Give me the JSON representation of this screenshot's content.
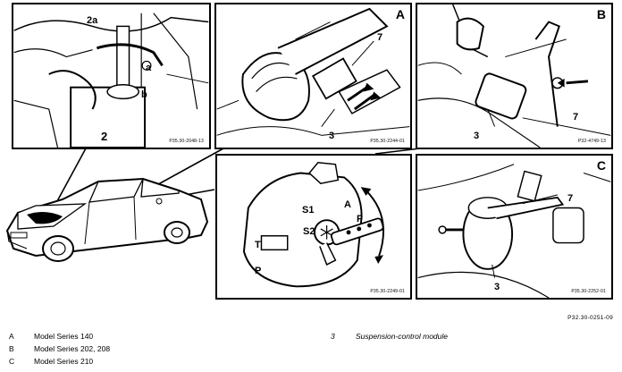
{
  "panels": {
    "main": {
      "labels": {
        "l2a": "2a",
        "la": "a",
        "lb": "b",
        "l2": "2"
      },
      "code": "P35.30-2048-13"
    },
    "a": {
      "letter": "A",
      "labels": {
        "l7": "7",
        "l3": "3"
      },
      "code": "P35.30-2244-01"
    },
    "b": {
      "letter": "B",
      "labels": {
        "l7": "7",
        "l3": "3"
      },
      "code": "P32-4749-13"
    },
    "center": {
      "labels": {
        "s1": "S1",
        "s2": "S2",
        "a": "A",
        "f": "F",
        "t": "T",
        "p": "P"
      },
      "code": "P35.30-2249-01"
    },
    "c": {
      "letter": "C",
      "labels": {
        "l7": "7",
        "l3": "3"
      },
      "code": "P35.30-2252-01"
    }
  },
  "figure_ref": "P32.30-0251-09",
  "legend": [
    {
      "key": "A",
      "text": "Model Series 140"
    },
    {
      "key": "B",
      "text": "Model Series 202, 208"
    },
    {
      "key": "C",
      "text": "Model Series 210"
    }
  ],
  "legend_item": {
    "key": "3",
    "text": "Suspension-control module"
  }
}
